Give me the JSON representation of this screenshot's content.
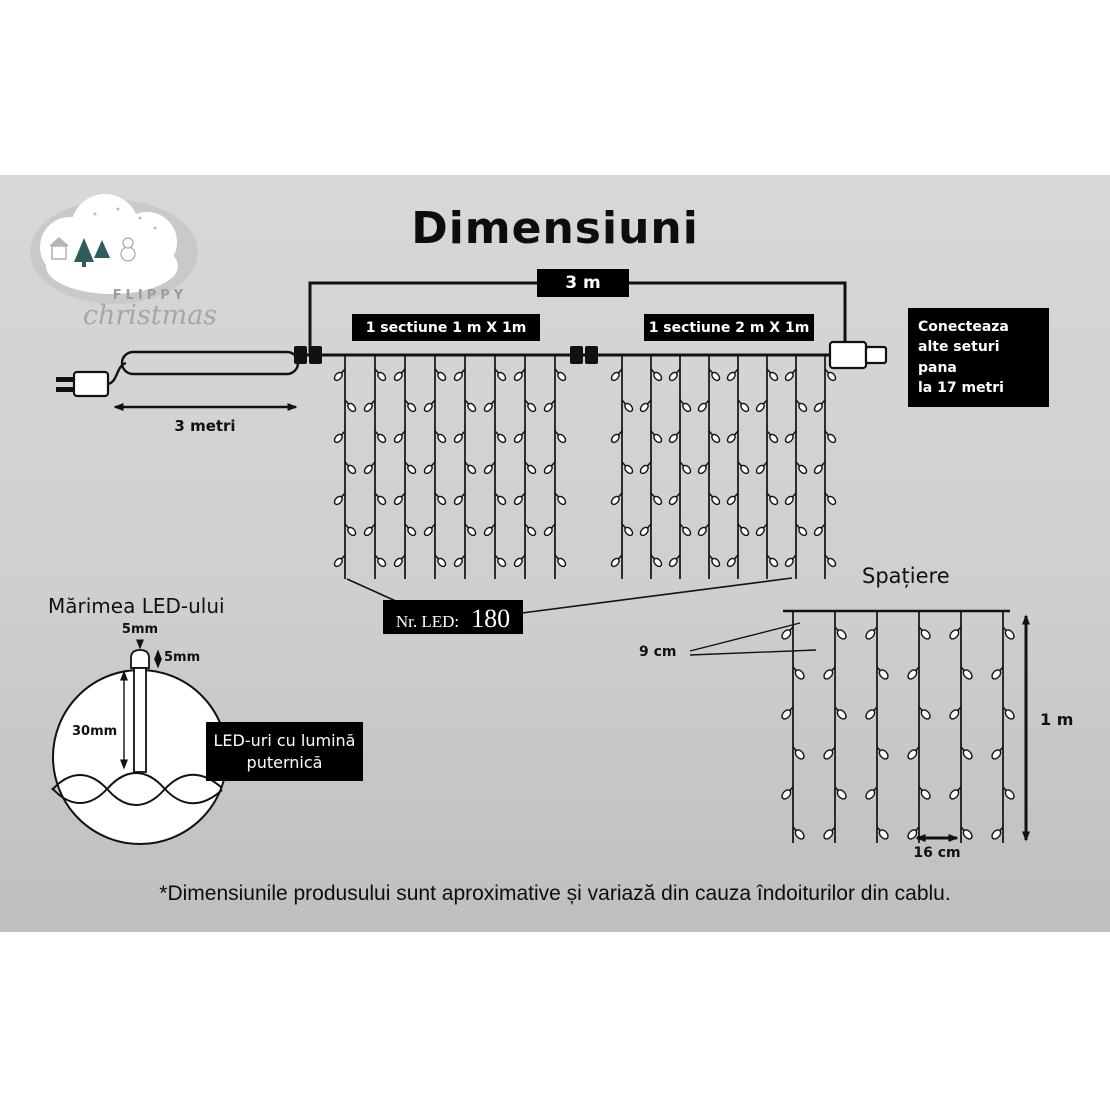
{
  "page": {
    "title": "Dimensiuni",
    "footnote": "*Dimensiunile produsului sunt aproximative și variază din cauza îndoiturilor din cablu."
  },
  "logo": {
    "brand_top": "FLIPPY",
    "brand_bottom": "christmas"
  },
  "wiring": {
    "total_length_label": "3 m",
    "section1_label": "1 sectiune 1 m X 1m",
    "section2_label": "1 sectiune 2 m X 1m",
    "lead_cable_label": "3 metri",
    "connect_note": "Conecteaza\nalte seturi pana\nla 17 metri",
    "led_count_label": "Nr. LED:",
    "led_count_value": "180"
  },
  "spacing": {
    "title": "Spațiere",
    "horizontal_gap": "9 cm",
    "vertical_length": "1 m",
    "string_gap": "16 cm"
  },
  "led_size": {
    "title": "Mărimea LED-ului",
    "cap_width": "5mm",
    "cap_height": "5mm",
    "body_length": "30mm",
    "callout": "LED-uri cu lumină\nputernică"
  },
  "colors": {
    "box_background": "#000000",
    "box_text": "#ffffff",
    "line_color": "#111111",
    "background_top": "#d8d8d8",
    "background_bottom": "#bfbfbf",
    "logo_text": "#9c9c9c"
  }
}
